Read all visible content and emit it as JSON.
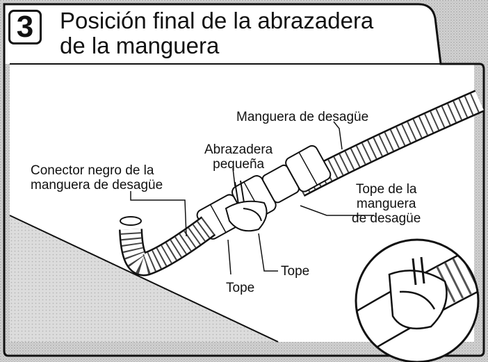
{
  "step": {
    "number": "3",
    "title_line1": "Posición final de la abrazadera",
    "title_line2": "de la manguera"
  },
  "labels": {
    "drain_hose": "Manguera de desagüe",
    "small_clamp_line1": "Abrazadera",
    "small_clamp_line2": "pequeña",
    "black_connector_line1": "Conector negro de la",
    "black_connector_line2": "manguera de desagüe",
    "hose_stop_line1": "Tope de la",
    "hose_stop_line2": "manguera",
    "hose_stop_line3": "de desagüe",
    "stop_right": "Tope",
    "stop_bottom": "Tope"
  },
  "colors": {
    "screen_gray": "#c9c9c9",
    "line": "#111111",
    "paper": "#ffffff"
  }
}
